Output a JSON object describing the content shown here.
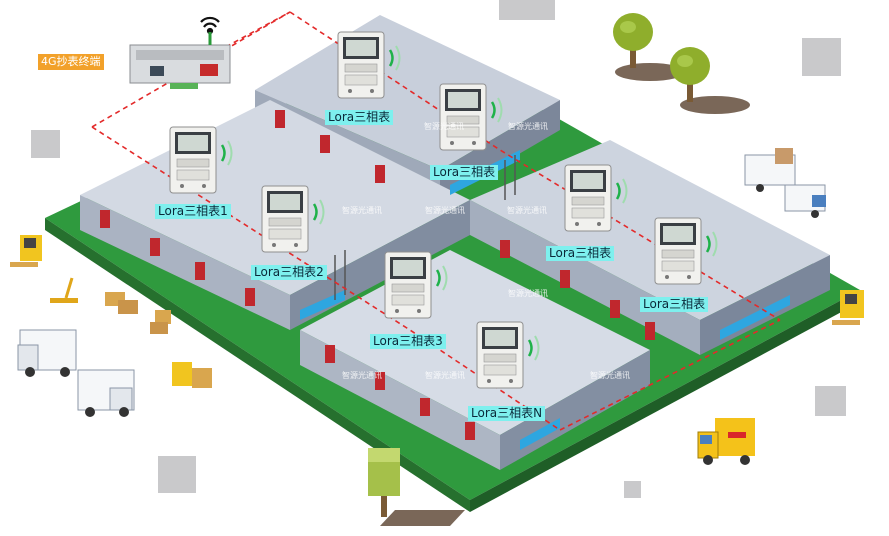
{
  "terminal": {
    "label": "4G抄表终端"
  },
  "meters": [
    {
      "label": "Lora三相表1"
    },
    {
      "label": "Lora三相表"
    },
    {
      "label": "Lora三相表"
    },
    {
      "label": "Lora三相表2"
    },
    {
      "label": "Lora三相表"
    },
    {
      "label": "Lora三相表3"
    },
    {
      "label": "Lora三相表"
    },
    {
      "label": "Lora三相表N"
    }
  ],
  "watermarks": [
    "智源光通讯",
    "智源光通讯",
    "智源光通讯",
    "智源光通讯",
    "智源光通讯",
    "智源光通讯",
    "智源光通讯",
    "智源光通讯",
    "智源光通讯"
  ],
  "colors": {
    "label_bg": "#7ef0ee",
    "terminal_bg": "#f2a12a",
    "link": "#e32a2a",
    "ground": "#2f9a3e"
  }
}
